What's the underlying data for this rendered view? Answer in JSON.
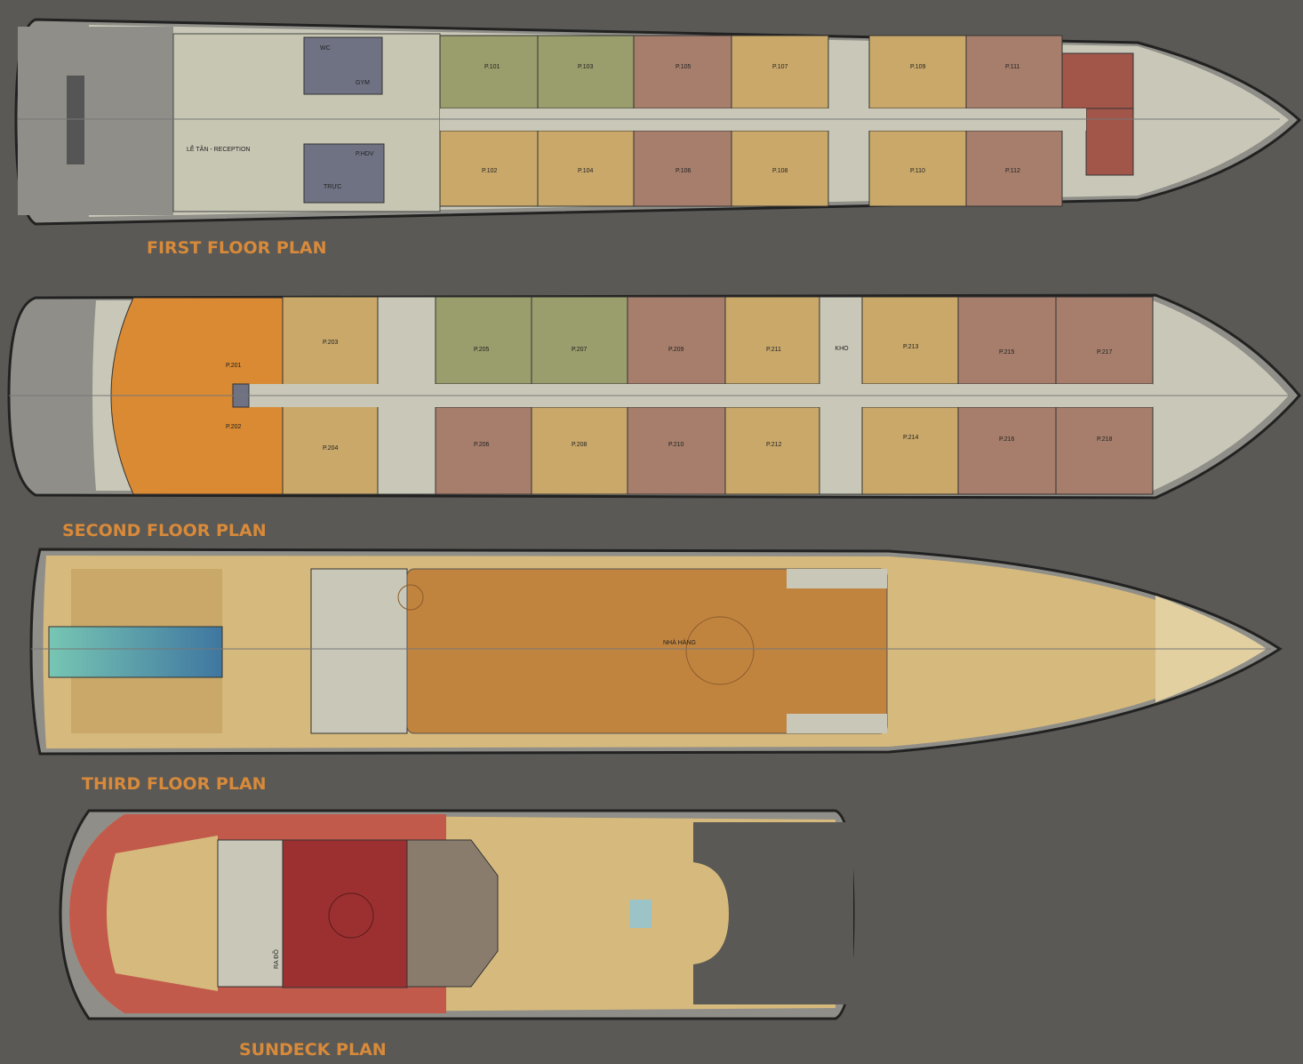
{
  "plans": {
    "first": {
      "title": "FIRST FLOOR PLAN",
      "reception": "LỄ TÂN - RECEPTION",
      "gym": "GYM",
      "wc": "WC",
      "guide_room": "P.HDV",
      "duty_room": "TRỰC",
      "rooms_top": [
        "P.101",
        "P.103",
        "P.105",
        "P.107",
        "P.109",
        "P.111"
      ],
      "rooms_bottom": [
        "P.102",
        "P.104",
        "P.106",
        "P.108",
        "P.110",
        "P.112"
      ]
    },
    "second": {
      "title": "SECOND FLOOR PLAN",
      "storage": "KHO",
      "rooms_top": [
        "P.201",
        "P.203",
        "P.205",
        "P.207",
        "P.209",
        "P.211",
        "P.213",
        "P.215",
        "P.217"
      ],
      "rooms_bottom": [
        "P.202",
        "P.204",
        "P.206",
        "P.208",
        "P.210",
        "P.212",
        "P.214",
        "P.216",
        "P.218"
      ]
    },
    "third": {
      "title": "THIRD FLOOR PLAN",
      "restaurant": "NHÀ HÀNG"
    },
    "sundeck": {
      "title": "SUNDECK PLAN",
      "exit": "RA ĐỒ"
    }
  },
  "colors": {
    "background": "#5a5955",
    "title": "#d88a3a",
    "green_room": "#9a9d6c",
    "tan_room": "#c9a86a",
    "mauve_room": "#a67e6b",
    "red_room": "#a2564a",
    "orange_suite": "#d98a33",
    "service": "#6f7283",
    "restaurant": "#c1843f",
    "sundeck_red": "#c25a4b",
    "sundeck_bar": "#9c3030"
  }
}
